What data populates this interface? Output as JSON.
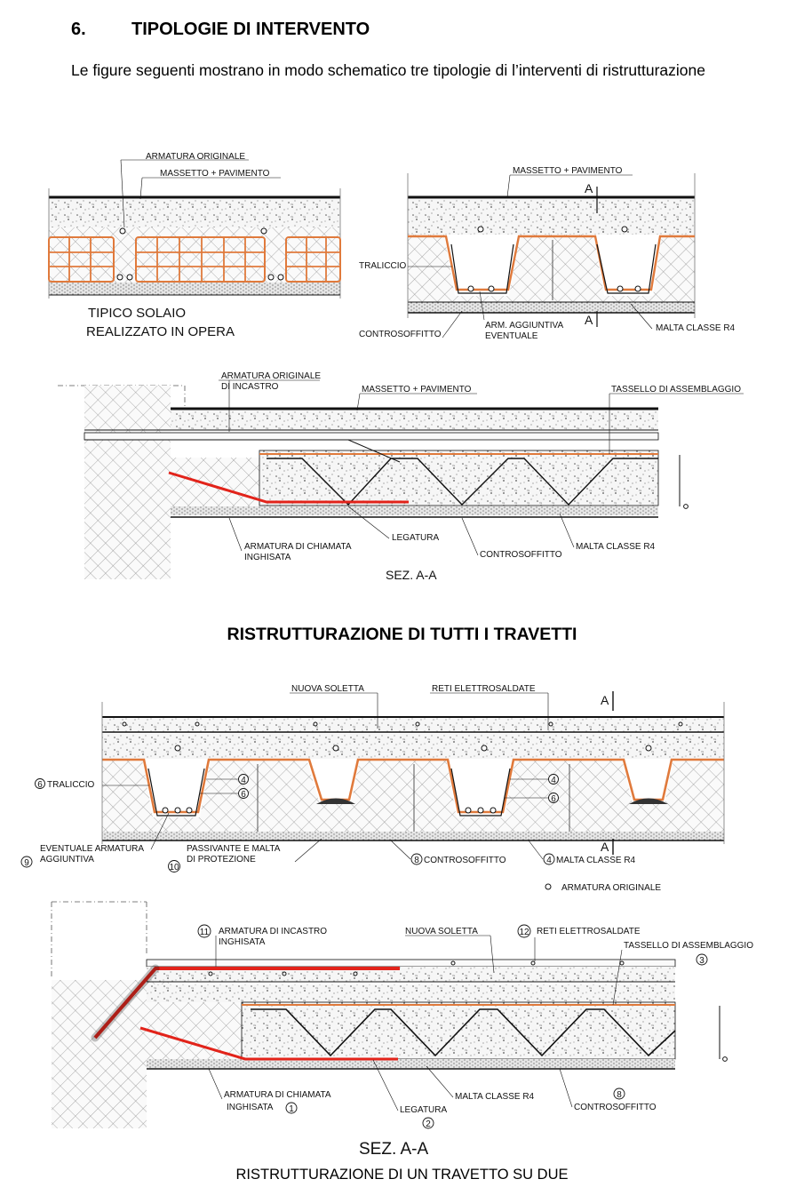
{
  "section": {
    "number": "6.",
    "title": "TIPOLOGIE DI INTERVENTO"
  },
  "intro": "Le figure seguenti mostrano in modo schematico tre tipologie di l’interventi di ristrutturazione",
  "fig1": {
    "armatura_originale": "ARMATURA ORIGINALE",
    "massetto": "MASSETTO + PAVIMENTO",
    "caption_line1": "TIPICO SOLAIO",
    "caption_line2": "REALIZZATO IN OPERA"
  },
  "fig2": {
    "massetto": "MASSETTO + PAVIMENTO",
    "a_top": "A",
    "a_bottom": "A",
    "traliccio": "TRALICCIO",
    "controsoffitto": "CONTROSOFFITTO",
    "arm_line1": "ARM. AGGIUNTIVA",
    "arm_line2": "EVENTUALE",
    "malta": "MALTA CLASSE R4"
  },
  "fig3": {
    "arm_incastro_line1": "ARMATURA ORIGINALE",
    "arm_incastro_line2": "DI INCASTRO",
    "massetto": "MASSETTO + PAVIMENTO",
    "tassello": "TASSELLO DI ASSEMBLAGGIO",
    "chiamata_line1": "ARMATURA DI CHIAMATA",
    "chiamata_line2": "INGHISATA",
    "legatura": "LEGATURA",
    "controsoffitto": "CONTROSOFFITTO",
    "malta": "MALTA CLASSE R4",
    "sez": "SEZ. A-A"
  },
  "caption1": "RISTRUTTURAZIONE DI TUTTI I TRAVETTI",
  "fig4": {
    "nuova_soletta": "NUOVA SOLETTA",
    "reti": "RETI ELETTROSALDATE",
    "a_top": "A",
    "a_bottom": "A",
    "traliccio": "TRALICCIO",
    "n6a": "6",
    "n4a": "4",
    "n6b": "6",
    "n4b": "4",
    "n6c": "6",
    "eventuale_line1": "EVENTUALE ARMATURA",
    "eventuale_line2": "AGGIUNTIVA",
    "n9": "9",
    "passivante_line1": "PASSIVANTE E MALTA",
    "passivante_line2": "DI PROTEZIONE",
    "n10": "10",
    "n8": "8",
    "controsoffitto": "CONTROSOFFITTO",
    "n4c": "4",
    "malta": "MALTA CLASSE R4",
    "legend": "ARMATURA ORIGINALE"
  },
  "fig5": {
    "n11": "11",
    "arm_incastro_line1": "ARMATURA DI INCASTRO",
    "arm_incastro_line2": "INGHISATA",
    "nuova_soletta": "NUOVA SOLETTA",
    "n12": "12",
    "reti": "RETI ELETTROSALDATE",
    "tassello": "TASSELLO DI ASSEMBLAGGIO",
    "n3": "3",
    "chiamata_line1": "ARMATURA DI CHIAMATA",
    "chiamata_line2": "INGHISATA",
    "n1": "1",
    "malta": "MALTA CLASSE R4",
    "legatura": "LEGATURA",
    "n2": "2",
    "n8": "8",
    "controsoffitto": "CONTROSOFFITTO",
    "sez": "SEZ. A-A"
  },
  "caption2": "RISTRUTTURAZIONE DI UN TRAVETTO SU DUE",
  "colors": {
    "rebar_red": "#e2231a",
    "brick_orange": "#e07a3c",
    "line": "#111111",
    "hatch": "#777777"
  }
}
